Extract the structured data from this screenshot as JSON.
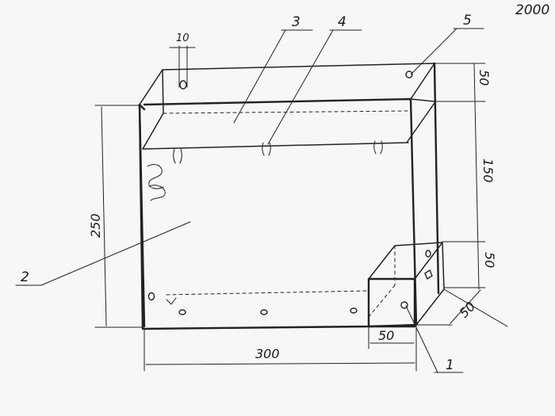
{
  "diagram": {
    "part_labels": [
      {
        "id": "1",
        "text": "1"
      },
      {
        "id": "2",
        "text": "2"
      },
      {
        "id": "3",
        "text": "3"
      },
      {
        "id": "4",
        "text": "4"
      },
      {
        "id": "5",
        "text": "5"
      }
    ],
    "dimensions": {
      "hole_diameter": "10",
      "height_total": "250",
      "width_total": "300",
      "top_depth": "50",
      "middle_height": "150",
      "bottom_height": "50",
      "bottom_width": "50",
      "bottom_depth": "50"
    },
    "corner_note": "2000"
  }
}
